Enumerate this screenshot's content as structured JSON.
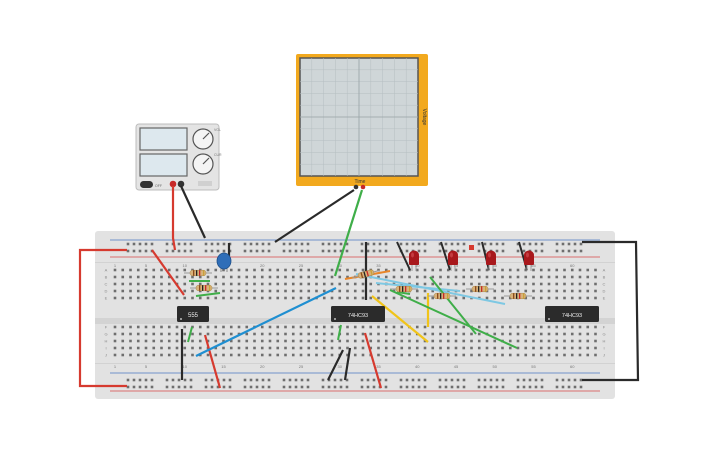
{
  "canvas": {
    "background": "#ffffff"
  },
  "power_supply": {
    "name": "DC power supply",
    "display_1": "",
    "display_2": "",
    "button_label": "OFF",
    "knob_labels": [
      "VOL",
      "CUR"
    ],
    "colors": {
      "body": "#e4e4e4",
      "display": "#dde8ee",
      "terminal_pos": "#c62828",
      "terminal_neg": "#333333"
    }
  },
  "oscilloscope": {
    "x_axis_label": "Time",
    "y_axis_label": "Voltage",
    "colors": {
      "frame": "#f2a91e",
      "screen": "#cfd6d8",
      "grid": "#b6bfc2"
    }
  },
  "breadboard": {
    "column_numbers": [
      "1",
      "5",
      "10",
      "15",
      "20",
      "25",
      "30",
      "35",
      "40",
      "45",
      "50",
      "55",
      "60"
    ],
    "row_letters_top": [
      "A",
      "B",
      "C",
      "D",
      "E"
    ],
    "row_letters_bottom": [
      "F",
      "G",
      "H",
      "I",
      "J"
    ],
    "colors": {
      "body": "#e2e2e2",
      "rail_red": "#d84848",
      "rail_blue": "#4a78c0",
      "hole": "#6e6e6e"
    }
  },
  "chips": [
    {
      "id": "chip-555",
      "label": "555"
    },
    {
      "id": "chip-74hc93-a",
      "label": "74HC93"
    },
    {
      "id": "chip-74hc93-b",
      "label": "74HC93"
    }
  ],
  "components": {
    "resistor_count": 7,
    "led_count": 4,
    "capacitor_count": 1,
    "led_color": "#a8181c",
    "capacitor_color": "#2f6eb8"
  },
  "wire_colors": {
    "red": "#d63a2f",
    "black": "#2a2a2a",
    "green": "#3fae49",
    "blue": "#1f8fd1",
    "yellow": "#f0c419",
    "light_blue": "#7ec8e3",
    "orange": "#e8862a"
  }
}
